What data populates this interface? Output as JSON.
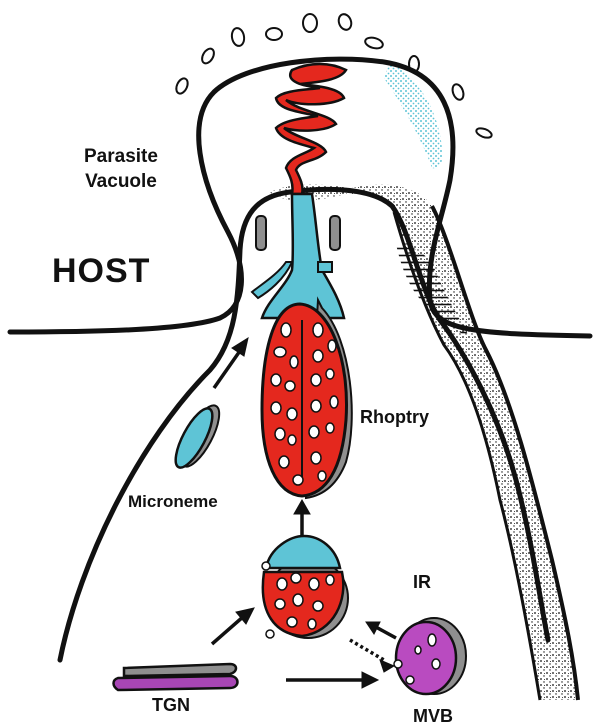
{
  "labels": {
    "host": "HOST",
    "parasite_vacuole_line1": "Parasite",
    "parasite_vacuole_line2": "Vacuole",
    "rhoptry": "Rhoptry",
    "microneme": "Microneme",
    "ir": "IR",
    "tgn": "TGN",
    "mvb": "MVB"
  },
  "colors": {
    "outline": "#111111",
    "rhoptry_red": "#e4281e",
    "neck_blue": "#5ec4d6",
    "stipple_light_blue": "#7fcfe3",
    "mvb_purple": "#b94bc0",
    "tgn_purple": "#a846b5",
    "organelle_gray": "#8f8f8f",
    "granule_white": "#ffffff",
    "background": "#ffffff"
  }
}
